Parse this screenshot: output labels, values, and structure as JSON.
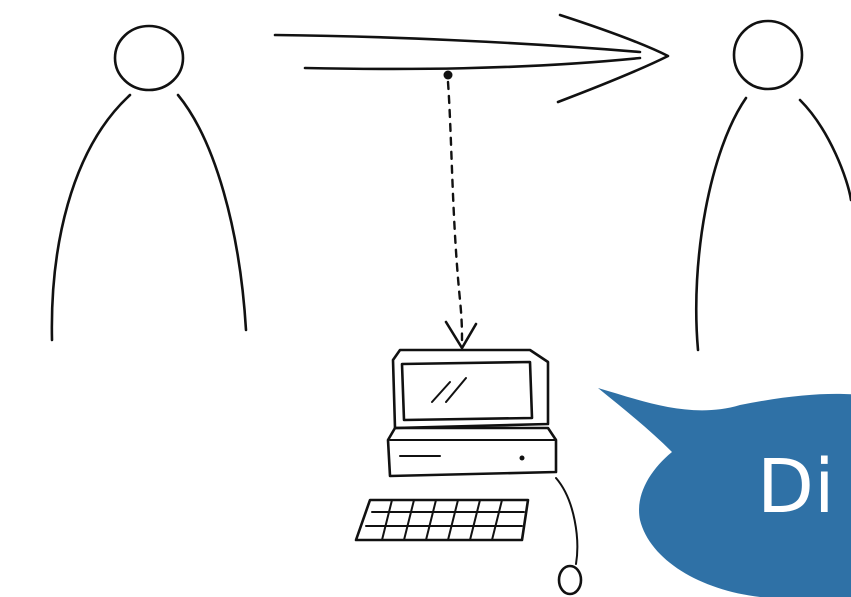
{
  "diagram": {
    "caption": "Di",
    "colors": {
      "ink": "#111111",
      "bubble_fill": "#2f71a6",
      "bubble_text": "#ffffff",
      "background": "#ffffff"
    },
    "elements": [
      "sender-person",
      "message-arrow",
      "interception-tap",
      "computer",
      "receiver-person",
      "speech-bubble"
    ]
  }
}
